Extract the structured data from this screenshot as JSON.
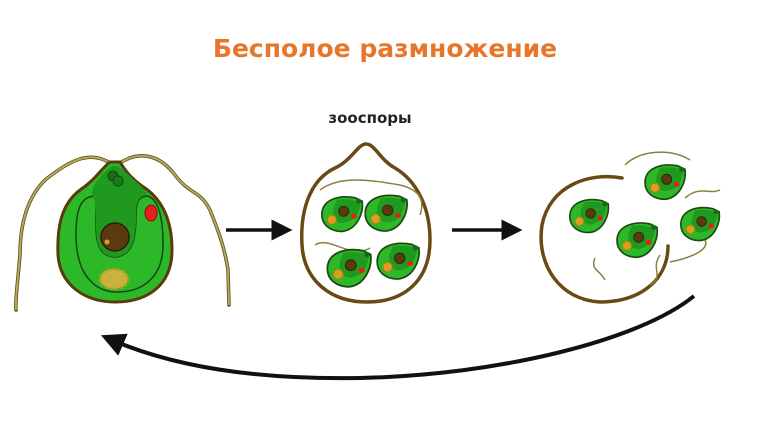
{
  "title": "Бесполое размножение",
  "label_zoospores": "зооспоры",
  "colors": {
    "title": "#E8762A",
    "cell_green": "#2DB82A",
    "cell_dark_green": "#1E8A1E",
    "outline": "#5A3A0E",
    "eyespot": "#E61E1E",
    "nucleus": "#5A3A0E",
    "pyrenoid": "#C8B43C",
    "arrow": "#111111"
  },
  "icons": [
    "arrow-right",
    "arrow-right",
    "curved-return-arrow"
  ]
}
